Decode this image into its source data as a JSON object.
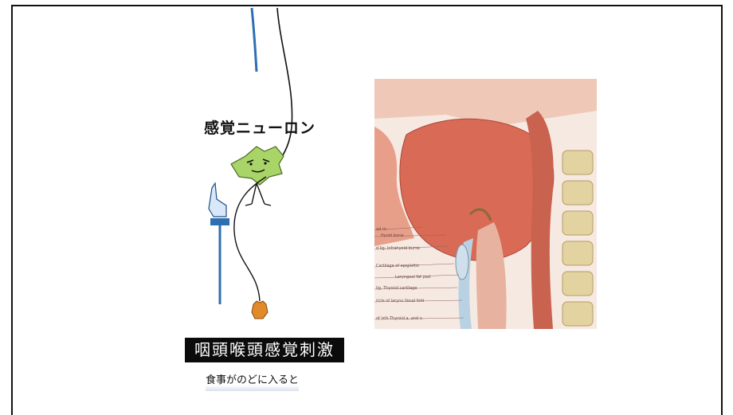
{
  "labels": {
    "neuron": "感覚ニューロン",
    "stimulus_title": "咽頭喉頭感覚刺激",
    "stimulus_caption": "食事がのどに入ると"
  },
  "anatomy_labels": [
    "ad m.",
    "Hyoid bone",
    "d lig.  Infrahyoid bursa",
    "Cartilage of epiglottis",
    "Laryngeal fat pad",
    "lig.  Thyroid cartilage",
    "ricle of larynx  Vocal fold",
    "of isth  Thyroid a. and v."
  ],
  "colors": {
    "nerve_blue": "#2e6fb3",
    "neuron_green": "#a8d468",
    "hand_orange": "#e08a2a",
    "title_bg": "#0b0b0b",
    "tissue_red": "#d96a55",
    "tissue_light": "#f0c8b8",
    "bone_tan": "#e3d3a0"
  }
}
